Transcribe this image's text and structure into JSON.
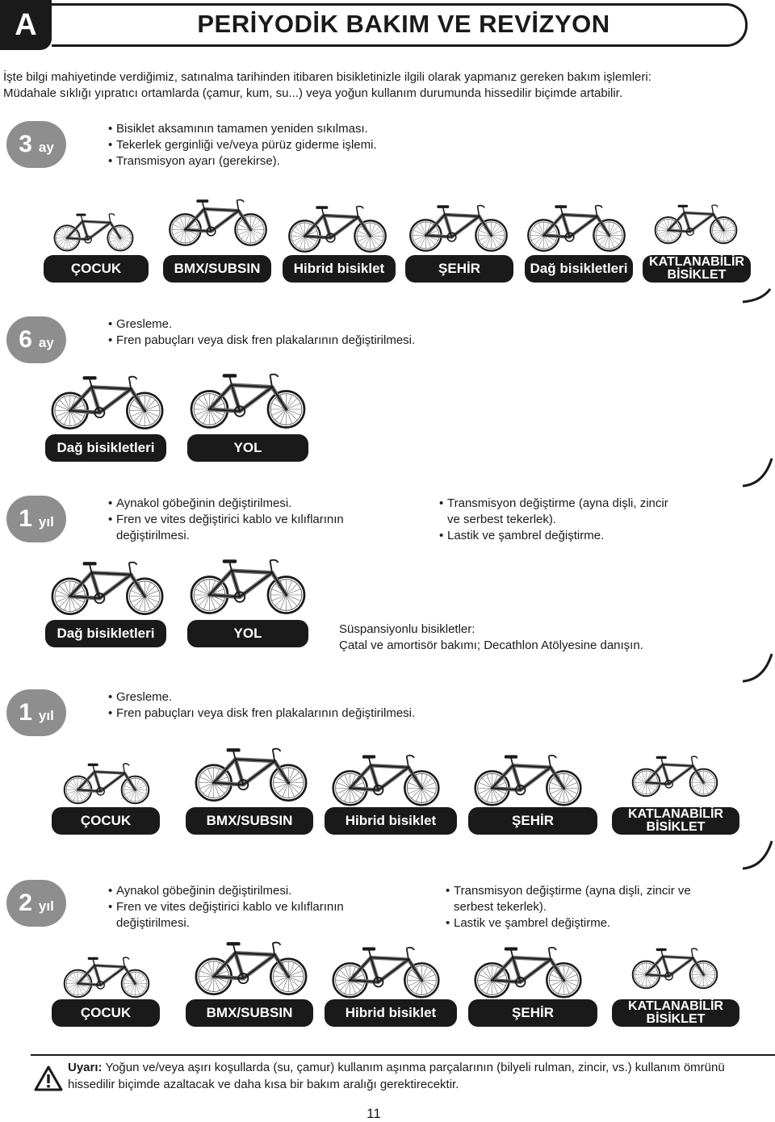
{
  "header": {
    "section_letter": "A",
    "title": "PERİYODİK BAKIM VE REVİZYON"
  },
  "intro": {
    "line1": "İşte bilgi mahiyetinde verdiğimiz, satınalma tarihinden itibaren bisikletinizle ilgili olarak yapmanız gereken bakım işlemleri:",
    "line2": "Müdahale sıklığı yıpratıcı ortamlarda (çamur, kum, su...) veya yoğun kullanım durumunda hissedilir biçimde artabilir."
  },
  "sections": [
    {
      "period_num": "3",
      "period_unit": "ay",
      "bullets": [
        "Bisiklet aksamının tamamen yeniden sıkılması.",
        "Tekerlek gerginliği ve/veya pürüz giderme işlemi.",
        "Transmisyon ayarı (gerekirse)."
      ],
      "labels": [
        "ÇOCUK",
        "BMX/SUBSIN",
        "Hibrid bisiklet",
        "ŞEHİR",
        "Dağ bisikletleri",
        "KATLANABİLİR BİSİKLET"
      ]
    },
    {
      "period_num": "6",
      "period_unit": "ay",
      "bullets": [
        "Gresleme.",
        "Fren pabuçları veya disk fren plakalarının değiştirilmesi."
      ],
      "labels": [
        "Dağ bisikletleri",
        "YOL"
      ]
    },
    {
      "period_num": "1",
      "period_unit": "yıl",
      "bullets_left": [
        "Aynakol göbeğinin değiştirilmesi.",
        "Fren ve vites değiştirici kablo ve kılıflarının değiştirilmesi."
      ],
      "bullets_right": [
        "Transmisyon değiştirme (ayna dişli, zincir ve serbest tekerlek).",
        "Lastik ve şambrel değiştirme."
      ],
      "labels": [
        "Dağ bisikletleri",
        "YOL"
      ],
      "note_line1": "Süspansiyonlu bisikletler:",
      "note_line2": "Çatal ve amortisör bakımı; Decathlon Atölyesine danışın."
    },
    {
      "period_num": "1",
      "period_unit": "yıl",
      "bullets": [
        "Gresleme.",
        "Fren pabuçları veya disk fren plakalarının değiştirilmesi."
      ],
      "labels": [
        "ÇOCUK",
        "BMX/SUBSIN",
        "Hibrid bisiklet",
        "ŞEHİR",
        "KATLANABİLİR BİSİKLET"
      ]
    },
    {
      "period_num": "2",
      "period_unit": "yıl",
      "bullets_left": [
        "Aynakol göbeğinin değiştirilmesi.",
        "Fren ve vites değiştirici kablo ve kılıflarının değiştirilmesi."
      ],
      "bullets_right": [
        "Transmisyon değiştirme (ayna dişli, zincir ve serbest tekerlek).",
        "Lastik ve şambrel değiştirme."
      ],
      "labels": [
        "ÇOCUK",
        "BMX/SUBSIN",
        "Hibrid bisiklet",
        "ŞEHİR",
        "KATLANABİLİR BİSİKLET"
      ]
    }
  ],
  "warning": {
    "label": "Uyarı:",
    "text": "Yoğun ve/veya aşırı koşullarda (su, çamur) kullanım aşınma parçalarının (bilyeli rulman, zincir, vs.) kullanım ömrünü hissedilir biçimde azaltacak ve daha kısa bir bakım aralığı gerektirecektir."
  },
  "page_number": "11",
  "icons": {
    "warning": "warning-triangle-icon",
    "bike": "bicycle-icon"
  }
}
